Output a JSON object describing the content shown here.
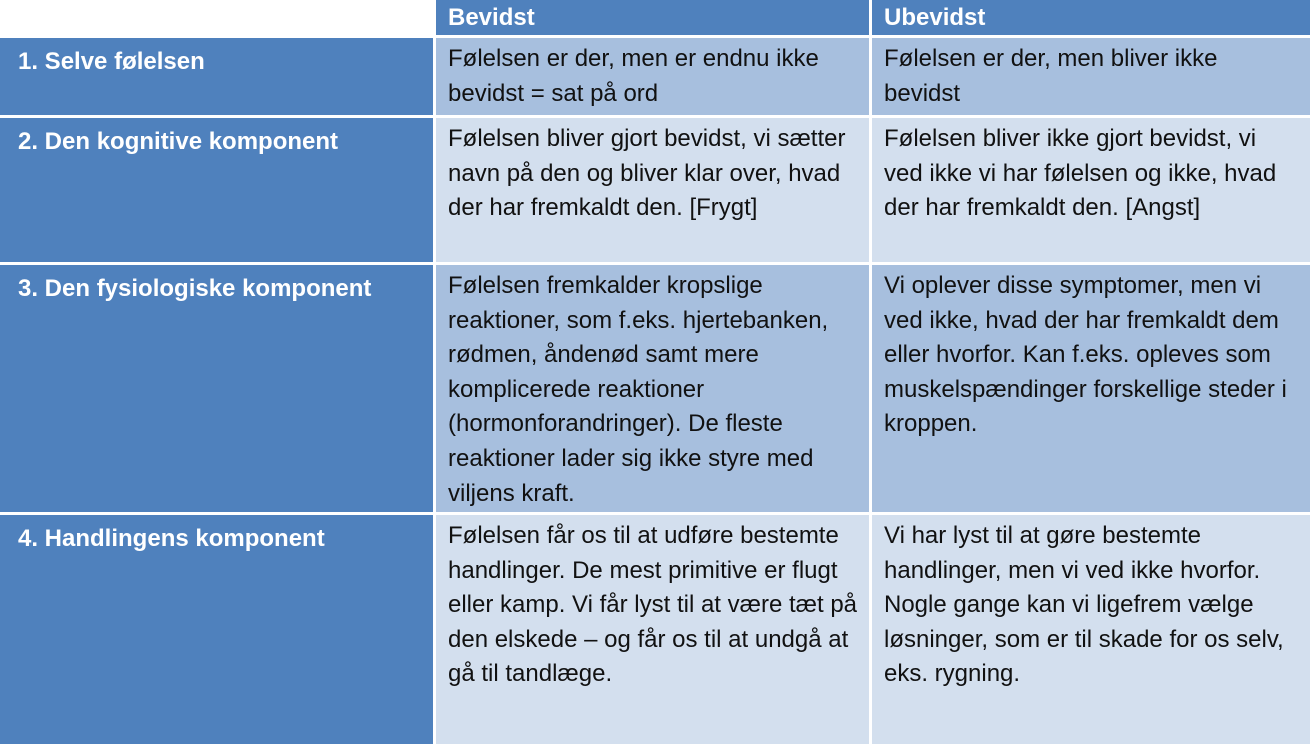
{
  "table": {
    "headers": [
      "",
      "Bevidst",
      "Ubevidst"
    ],
    "rows": [
      {
        "label": "1. Selve følelsen",
        "bevidst": "Følelsen er der, men er endnu ikke bevidst = sat på ord",
        "ubevidst": "Følelsen er der, men bliver ikke bevidst"
      },
      {
        "label": "2. Den kognitive komponent",
        "bevidst": "Følelsen bliver gjort bevidst, vi sætter navn på den og bliver klar over, hvad der har fremkaldt den. [Frygt]",
        "ubevidst": "Følelsen bliver ikke gjort bevidst, vi ved ikke vi har følelsen og ikke, hvad der har fremkaldt den. [Angst]"
      },
      {
        "label": "3. Den fysiologiske komponent",
        "bevidst": "Følelsen fremkalder kropslige reaktioner, som f.eks. hjertebanken, rødmen, åndenød samt mere komplicerede reaktioner (hormonforandringer). De fleste reaktioner lader sig ikke styre med viljens kraft.",
        "ubevidst": "Vi oplever disse symptomer, men vi ved ikke, hvad der har fremkaldt dem eller hvorfor. Kan f.eks. opleves som muskelspændinger forskellige steder i kroppen."
      },
      {
        "label": "4. Handlingens komponent",
        "bevidst": "Følelsen får os til at udføre bestemte handlinger. De mest primitive er flugt eller kamp.  Vi får lyst til at være tæt på den elskede – og får os til at undgå at gå til tandlæge.",
        "ubevidst": "Vi har lyst til at gøre bestemte handlinger, men vi ved ikke hvorfor. Nogle gange kan vi ligefrem vælge løsninger, som er til skade for os selv, eks. rygning."
      }
    ]
  },
  "colors": {
    "header_blue": "#4f81bd",
    "cell_dark": "#a7bfde",
    "cell_light": "#d3dfee"
  }
}
